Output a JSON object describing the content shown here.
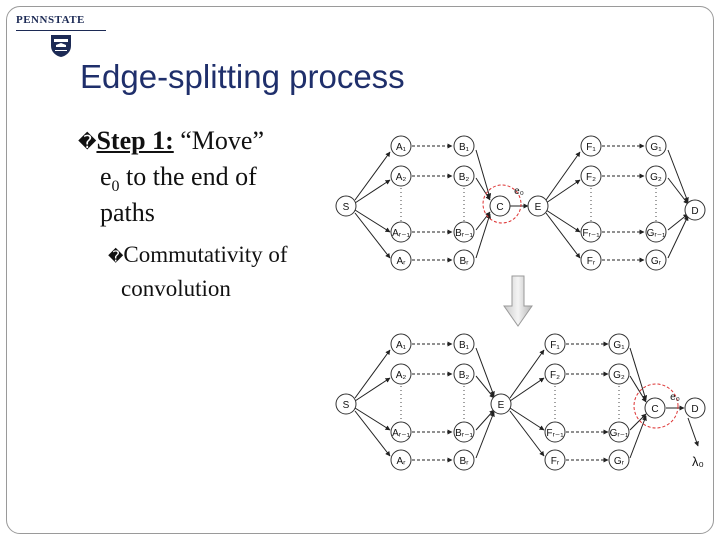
{
  "logo": {
    "text": "PENNSTATE",
    "icon": "penn-state-shield-icon"
  },
  "slide": {
    "title": "Edge-splitting process",
    "bullet1": {
      "marker": "�",
      "step_label": "Step 1:",
      "quote": " “Move”",
      "line2_var": "e",
      "line2_sub": "0",
      "line2_rest": " to the end of",
      "line3": "paths"
    },
    "bullet2": {
      "marker": "�",
      "line1": "Commutativity of",
      "line2": "convolution"
    }
  },
  "diagram": {
    "top": {
      "source": "S",
      "sink": "D",
      "col_a": [
        "A₁",
        "A₂",
        "Aᵣ₋₁",
        "Aᵣ"
      ],
      "col_b": [
        "B₁",
        "B₂",
        "Bᵣ₋₁",
        "Bᵣ"
      ],
      "col_f": [
        "F₁",
        "F₂",
        "Fᵣ₋₁",
        "Fᵣ"
      ],
      "col_g": [
        "G₁",
        "G₂",
        "Gᵣ₋₁",
        "Gᵣ"
      ],
      "c": "C",
      "e": "E",
      "edge_label": "e₀"
    },
    "bottom": {
      "source": "S",
      "sink": "D",
      "col_a": [
        "A₁",
        "A₂",
        "Aᵣ₋₁",
        "Aᵣ"
      ],
      "col_b": [
        "B₁",
        "B₂",
        "Bᵣ₋₁",
        "Bᵣ"
      ],
      "col_f": [
        "F₁",
        "F₂",
        "Fᵣ₋₁",
        "Fᵣ"
      ],
      "col_g": [
        "G₁",
        "G₂",
        "Gᵣ₋₁",
        "Gᵣ"
      ],
      "e": "E",
      "c": "C",
      "edge_label": "e₀",
      "lambda": "λ₀"
    }
  }
}
